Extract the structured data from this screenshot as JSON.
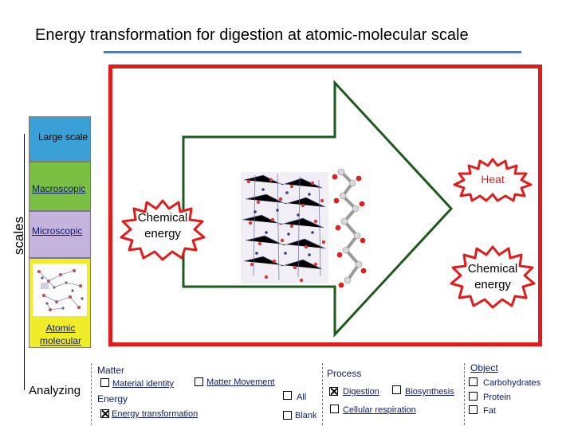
{
  "slide": {
    "title": "Energy transformation for digestion at atomic-molecular scale"
  },
  "scales": {
    "axis_label": "scales",
    "large_scale": "Large scale",
    "macroscopic": "Macroscopic",
    "microscopic": "Microscopic",
    "atomic_molecular": "Atomic molecular",
    "colors": {
      "large_scale": "#3aa0d6",
      "macroscopic": "#7bc043",
      "microscopic": "#c4b3dd",
      "atomic_molecular": "#f0ec2a"
    }
  },
  "diagram": {
    "heat_label": "Heat",
    "input_energy_label": "Chemical energy",
    "output_energy_label": "Chemical energy",
    "arrow_color": "#1e5a1e",
    "frame_color": "#e31b1b"
  },
  "analyzing": {
    "label": "Analyzing",
    "matter_header": "Matter",
    "material_identity": "Material identity",
    "matter_movement": "Matter Movement",
    "energy_header": "Energy",
    "energy_transformation": "Energy transformation",
    "all_label": "All",
    "blank_label": "Blank",
    "process_header": "Process",
    "digestion": "Digestion",
    "biosynthesis": "Biosynthesis",
    "cellular_respiration": "Cellular respiration",
    "object_header": "Object",
    "carbohydrates": "Carbohydrates",
    "protein": "Protein",
    "fat": "Fat"
  }
}
